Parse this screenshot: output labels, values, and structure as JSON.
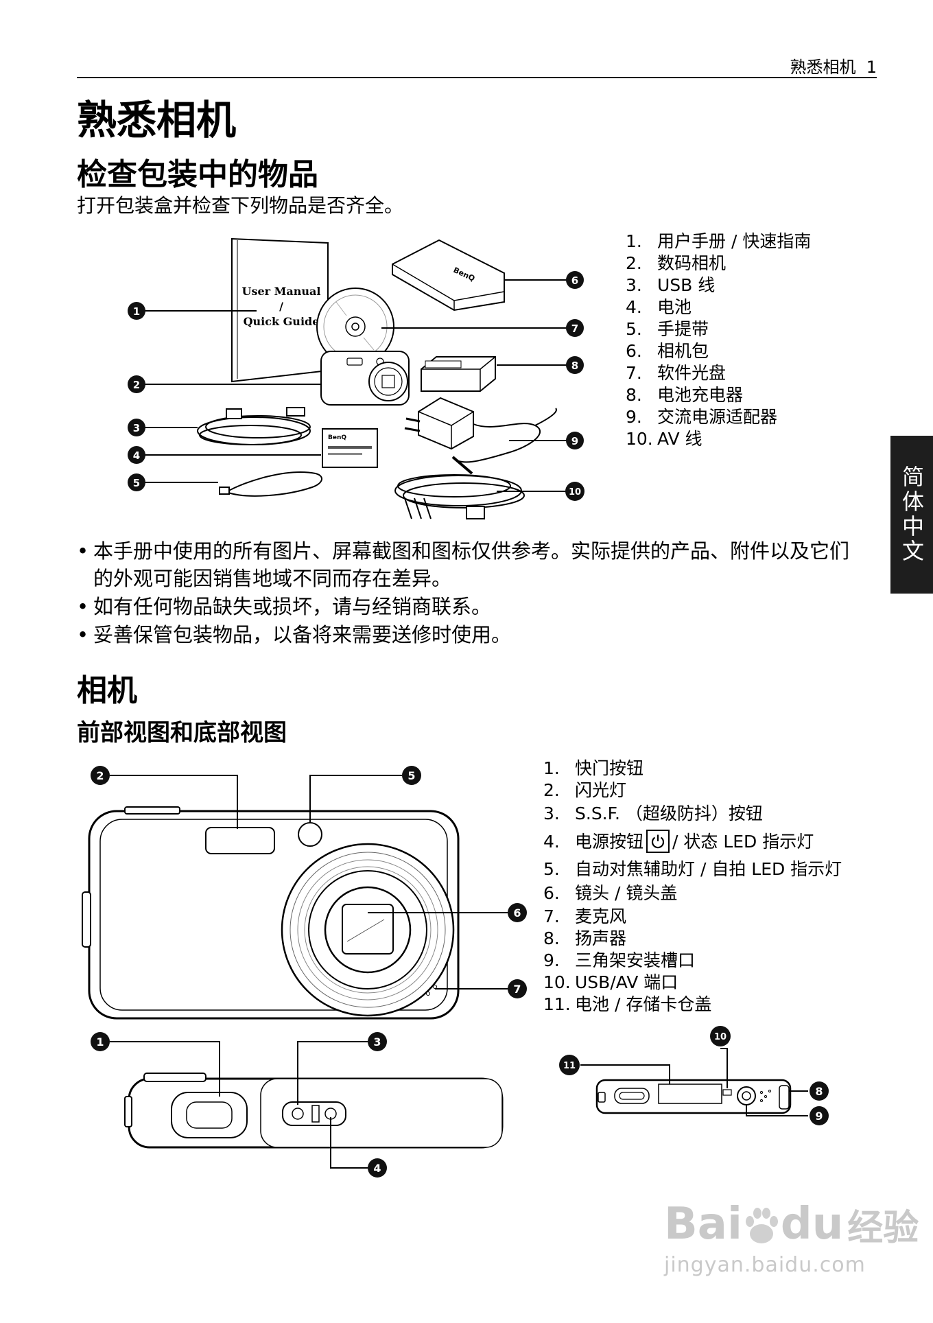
{
  "header": {
    "title": "熟悉相机",
    "page_number": "1"
  },
  "page_title": "熟悉相机",
  "side_tab": "简体中文",
  "section_package": {
    "title": "检查包装中的物品",
    "intro": "打开包装盒并检查下列物品是否齐全。",
    "manual_line1": "User Manual",
    "manual_line2": "/",
    "manual_line3": "Quick Guide",
    "brand": "BenQ",
    "items": [
      {
        "num": "1.",
        "label": "用户手册 / 快速指南"
      },
      {
        "num": "2.",
        "label": "数码相机"
      },
      {
        "num": "3.",
        "label": "USB 线"
      },
      {
        "num": "4.",
        "label": "电池"
      },
      {
        "num": "5.",
        "label": "手提带"
      },
      {
        "num": "6.",
        "label": "相机包"
      },
      {
        "num": "7.",
        "label": "软件光盘"
      },
      {
        "num": "8.",
        "label": "电池充电器"
      },
      {
        "num": "9.",
        "label": "交流电源适配器"
      },
      {
        "num": "10.",
        "label": "AV 线"
      }
    ],
    "notes": [
      "本手册中使用的所有图片、屏幕截图和图标仅供参考。实际提供的产品、附件以及它们的外观可能因销售地域不同而存在差异。",
      "如有任何物品缺失或损坏，请与经销商联系。",
      "妥善保管包装物品，以备将来需要送修时使用。"
    ]
  },
  "section_camera": {
    "title": "相机",
    "subtitle": "前部视图和底部视图",
    "parts": [
      {
        "num": "1.",
        "label": "快门按钮"
      },
      {
        "num": "2.",
        "label": "闪光灯"
      },
      {
        "num": "3.",
        "label": "S.S.F. （超级防抖）按钮"
      },
      {
        "num": "4.",
        "label": "电源按钮",
        "label_after": "/ 状态 LED 指示灯"
      },
      {
        "num": "5.",
        "label": "自动对焦辅助灯 / 自拍 LED 指示灯"
      },
      {
        "num": "6.",
        "label": "镜头 / 镜头盖"
      },
      {
        "num": "7.",
        "label": "麦克风"
      },
      {
        "num": "8.",
        "label": "扬声器"
      },
      {
        "num": "9.",
        "label": "三角架安装槽口"
      },
      {
        "num": "10.",
        "label": "USB/AV 端口"
      },
      {
        "num": "11.",
        "label": "电池 / 存储卡仓盖"
      }
    ]
  },
  "callouts": [
    "1",
    "2",
    "3",
    "4",
    "5",
    "6",
    "7",
    "8",
    "9",
    "10",
    "11"
  ],
  "watermark": {
    "brand": "Bai",
    "brand2": "du",
    "suffix": "经验",
    "url": "jingyan.baidu.com"
  }
}
